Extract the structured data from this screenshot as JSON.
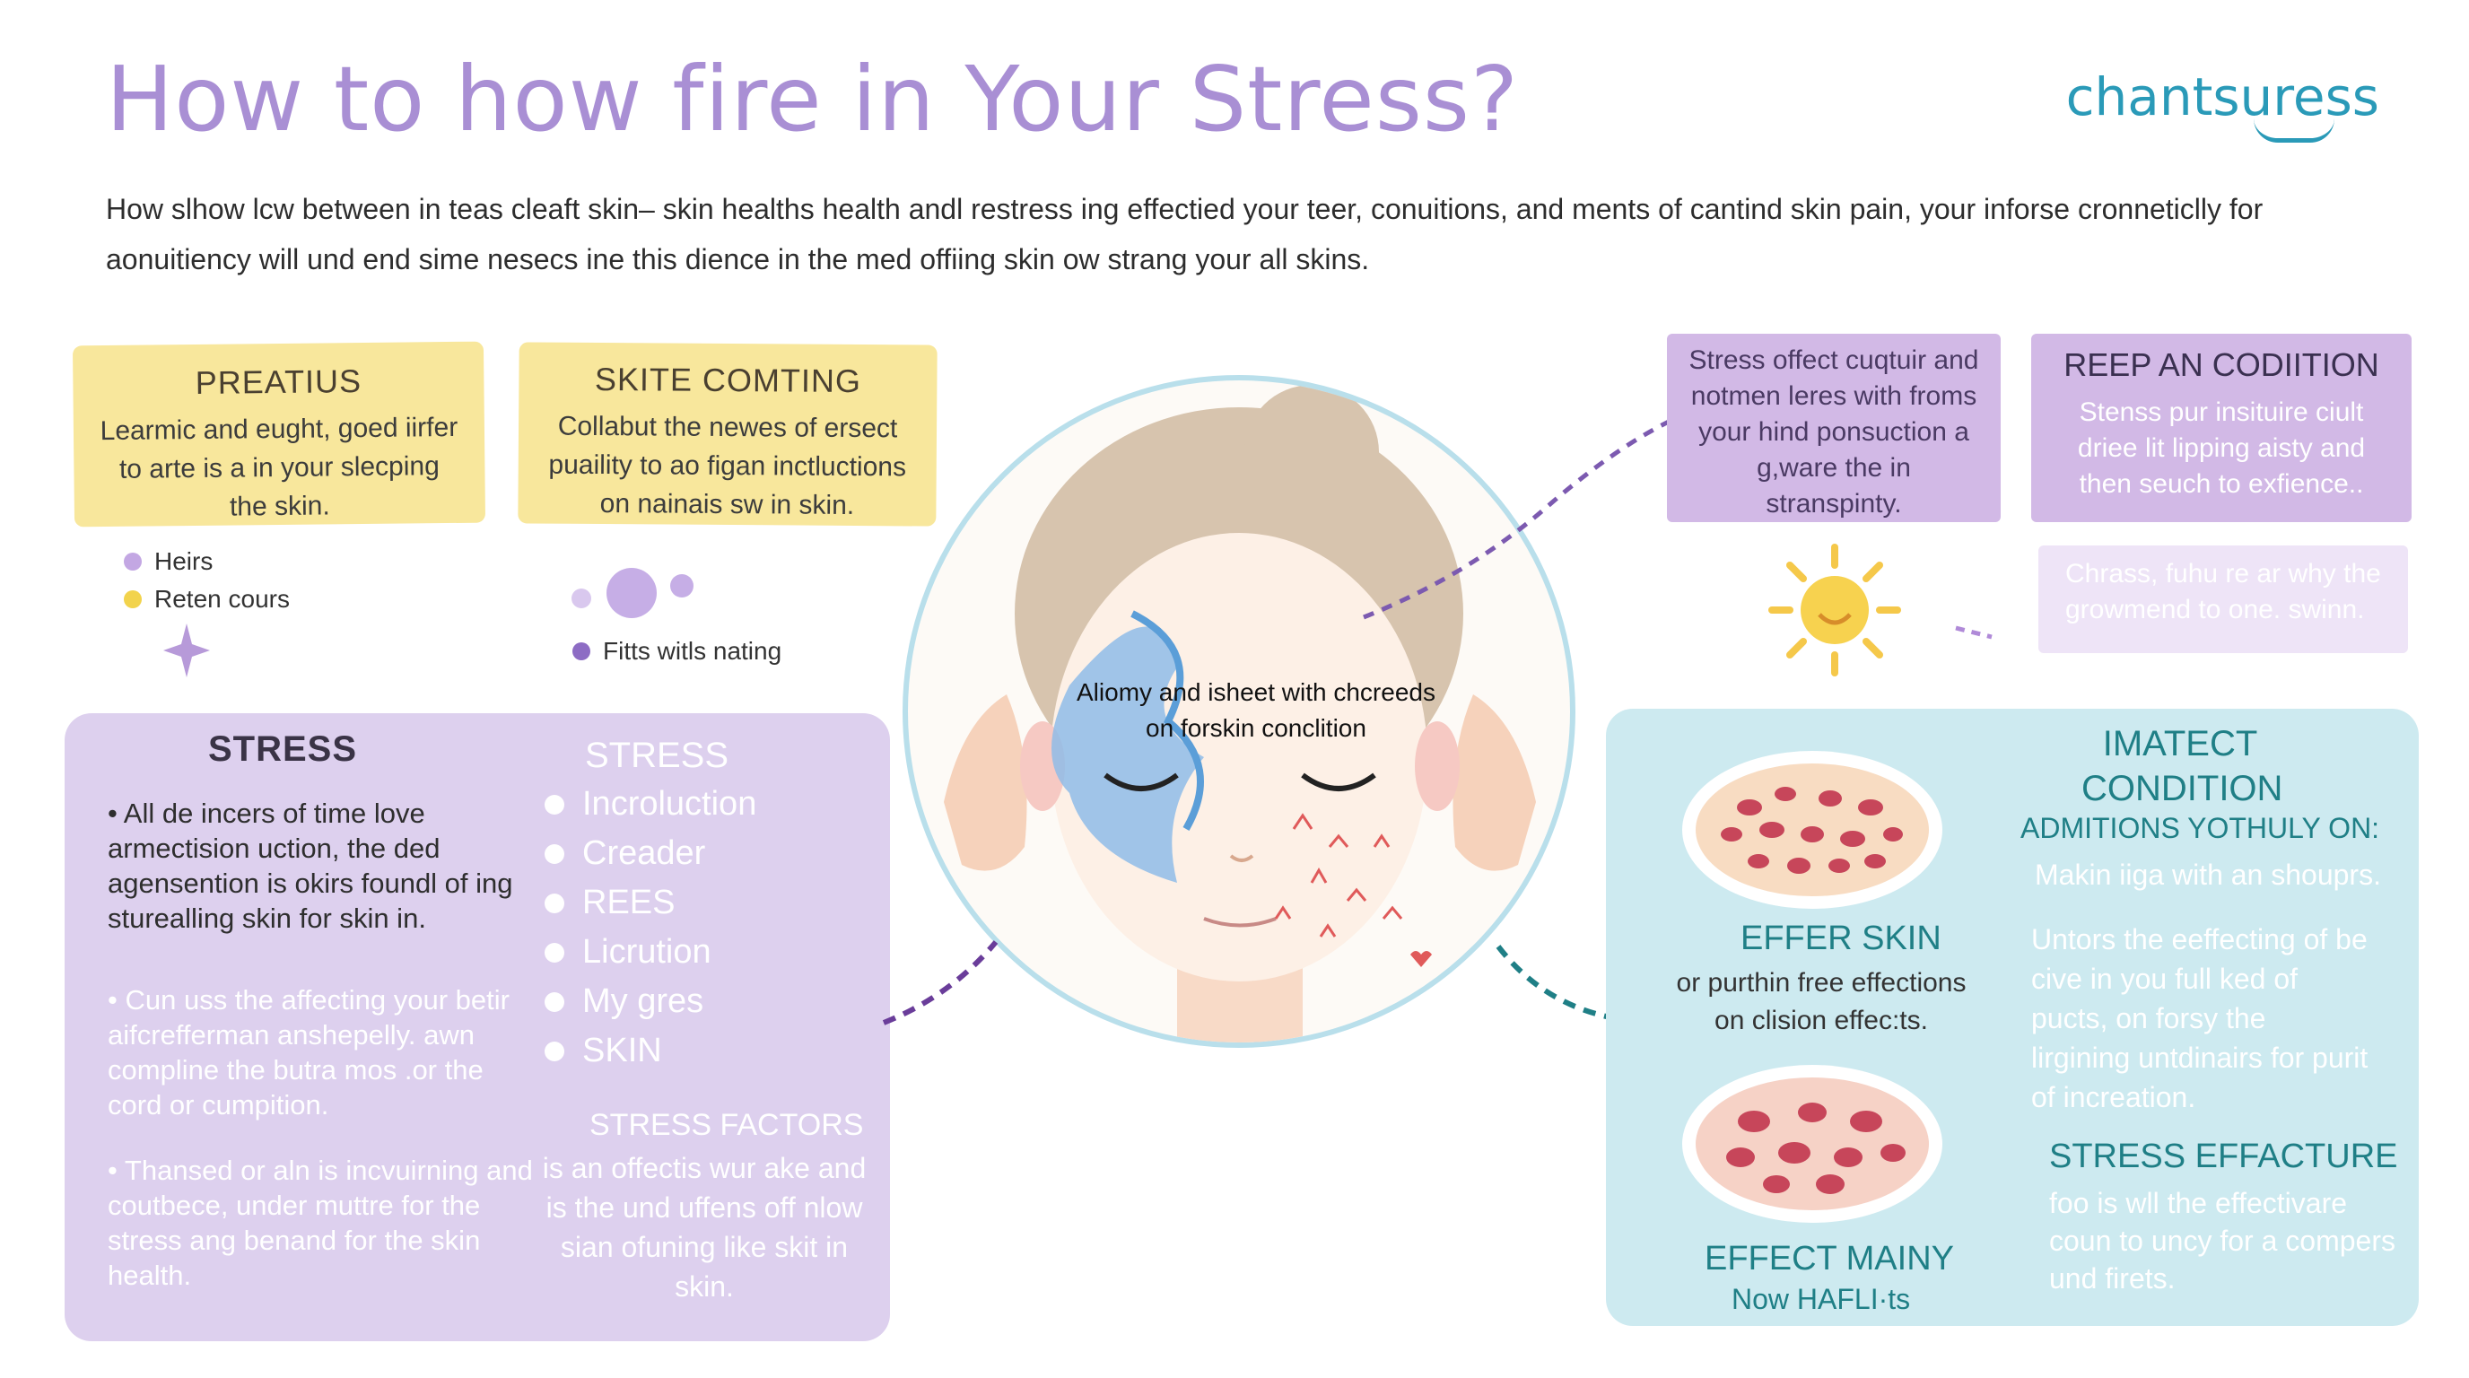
{
  "header": {
    "title": "How to how fire in Your Stress?",
    "brand": "chantsuress",
    "intro": "How slhow lcw between in teas cleaft skin– skin healths health andl restress ing effectied your teer, conuitions, and ments of cantind skin pain, your inforse cronneticlly for aonuitiency will und end sime nesecs ine this dience in the med offiing skin ow strang your all skins."
  },
  "top_left_cards": [
    {
      "title": "PREATIUS",
      "text": "Learmic and eught, goed iirfer to arte is a in your slecping the skin."
    },
    {
      "title": "SKITE COMTING",
      "text": "Collabut the newes of ersect puaility to ao figan inctluctions on nainais sw in skin."
    }
  ],
  "legend_left": [
    {
      "label": "Heirs",
      "color": "#c3a7e3"
    },
    {
      "label": "Reten cours",
      "color": "#f2d34c"
    }
  ],
  "legend_mid": {
    "label": "Fitts witls nating",
    "color": "#8d6cc4"
  },
  "stress_panel": {
    "title": "STRESS",
    "bullets": [
      "All de incers of time love armectision uction, the ded agensention is okirs foundl of ing sturealling skin for skin in.",
      "Cun uss the affecting your betir aifcrefferman anshepelly. awn compline the butra mos .or the cord or cumpition.",
      "Thansed or aln is incvuirning and coutbece, under muttre for the stress ang benand for the skin health."
    ],
    "list_title": "STRESS",
    "list": [
      "Incroluction",
      "Creader",
      "REES",
      "Licrution",
      "My gres",
      "SKIN"
    ],
    "factors_title": "STRESS FACTORS",
    "factors_text": "is an offectis wur ake and is the und uffens off nlow sian ofuning like skit in skin."
  },
  "center": {
    "caption": "Aliomy and isheet with chcreeds on forskin conclition"
  },
  "top_right_cards": [
    {
      "title": "",
      "text": "Stress offect cuqtuir and notmen leres with froms your hind ponsuction a g,ware the in stranspinty."
    },
    {
      "title": "REEP AN CODIITION",
      "text": "Stenss pur insituire ciult driee lit lipping aisty and then seuch to exfience.."
    },
    {
      "title": "",
      "text": "Chrass, fuhu re ar why the growmend to one. swinn."
    }
  ],
  "impact_panel": {
    "title": "IMATECT CONDITION",
    "subtitle": "ADMITIONS YOTHULY ON:",
    "subtext": "Makin iiga with an shouprs.",
    "effer_title": "EFFER SKIN",
    "effer_text": "or purthin free effections on clision effec:ts.",
    "right_text": "Untors the eeffecting of be cive in you full ked of pucts, on forsy the lirgining untdinairs for purit of increation.",
    "effact_title": "STRESS EFFACTURE",
    "effact_text": "foo is wll the effectivare coun to uncy for a compers und firets.",
    "main_title": "EFFECT MAINY",
    "main_text": "Now HAFLI·ts"
  },
  "colors": {
    "title": "#a98fd4",
    "brand": "#2a9ab8",
    "yellow": "#f8e79c",
    "lavender": "#ddd0ee",
    "aqua": "#cdeaf0",
    "teal_text": "#1f7f86"
  }
}
